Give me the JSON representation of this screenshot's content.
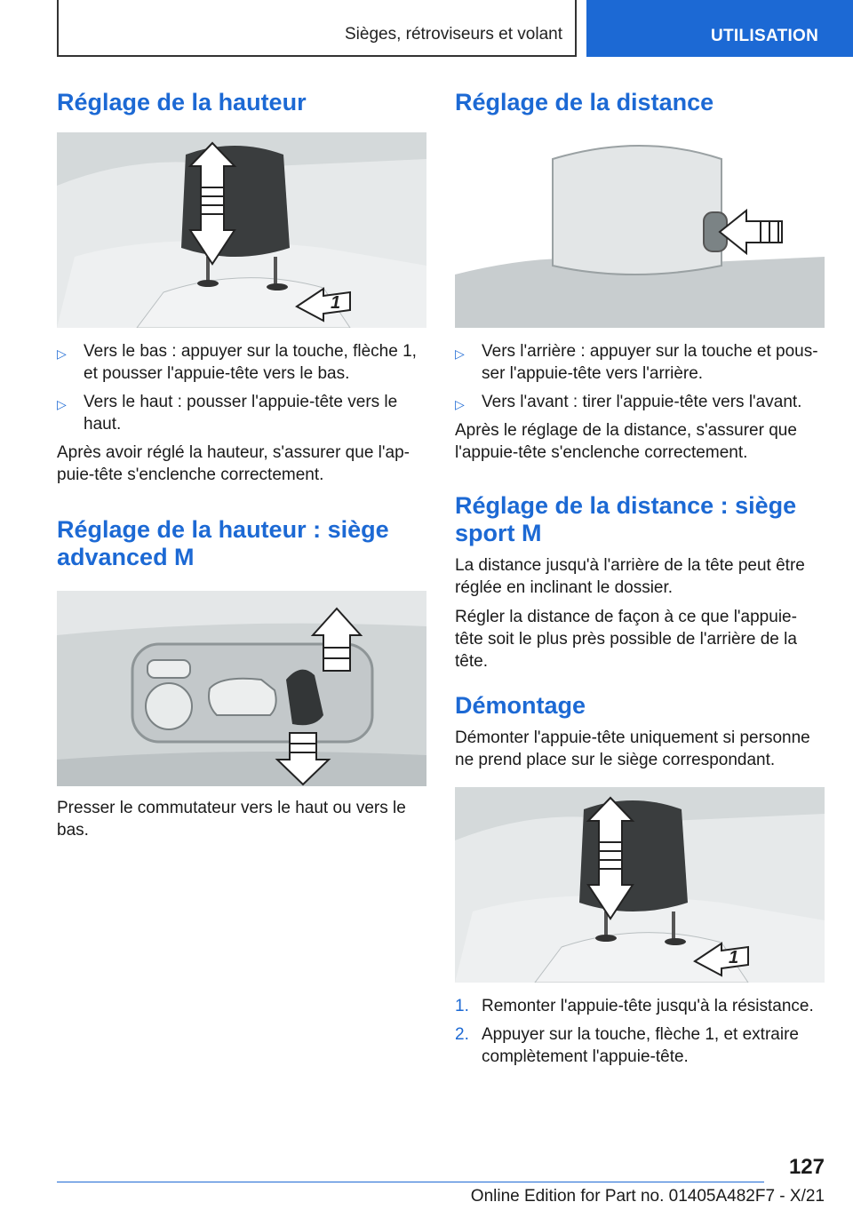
{
  "header": {
    "section": "Sièges, rétroviseurs et volant",
    "chapter": "UTILISATION"
  },
  "left": {
    "h1": "Réglage de la hauteur",
    "list1": [
      "Vers le bas : appuyer sur la touche, flèche 1, et pousser l'appuie-tête vers le bas.",
      "Vers le haut : pousser l'appuie-tête vers le haut."
    ],
    "p1": "Après avoir réglé la hauteur, s'assurer que l'ap-puie-tête s'enclenche correctement.",
    "h2": "Réglage de la hauteur : siège advanced M",
    "p2": "Presser le commutateur vers le haut ou vers le bas."
  },
  "right": {
    "h1": "Réglage de la distance",
    "list1": [
      "Vers l'arrière : appuyer sur la touche et pous-ser l'appuie-tête vers l'arrière.",
      "Vers l'avant : tirer l'appuie-tête vers l'avant."
    ],
    "p1": "Après le réglage de la distance, s'assurer que l'appuie-tête s'enclenche correctement.",
    "h2": "Réglage de la distance : siège sport M",
    "p2": "La distance jusqu'à l'arrière de la tête peut être réglée en inclinant le dossier.",
    "p3": "Régler la distance de façon à ce que l'appuie-tête soit le plus près possible de l'arrière de la tête.",
    "h3": "Démontage",
    "p4": "Démonter l'appuie-tête uniquement si personne ne prend place sur le siège correspondant.",
    "steps": [
      "Remonter l'appuie-tête jusqu'à la résistance.",
      "Appuyer sur la touche, flèche 1, et extraire complètement l'appuie-tête."
    ],
    "step_numbers": [
      "1.",
      "2."
    ]
  },
  "figure_callout": "1",
  "footer": {
    "page": "127",
    "edition": "Online Edition for Part no. 01405A482F7 - X/21"
  },
  "icons": {
    "bullet": "triangle-right-outline"
  },
  "colors": {
    "accent": "#1c69d4"
  }
}
